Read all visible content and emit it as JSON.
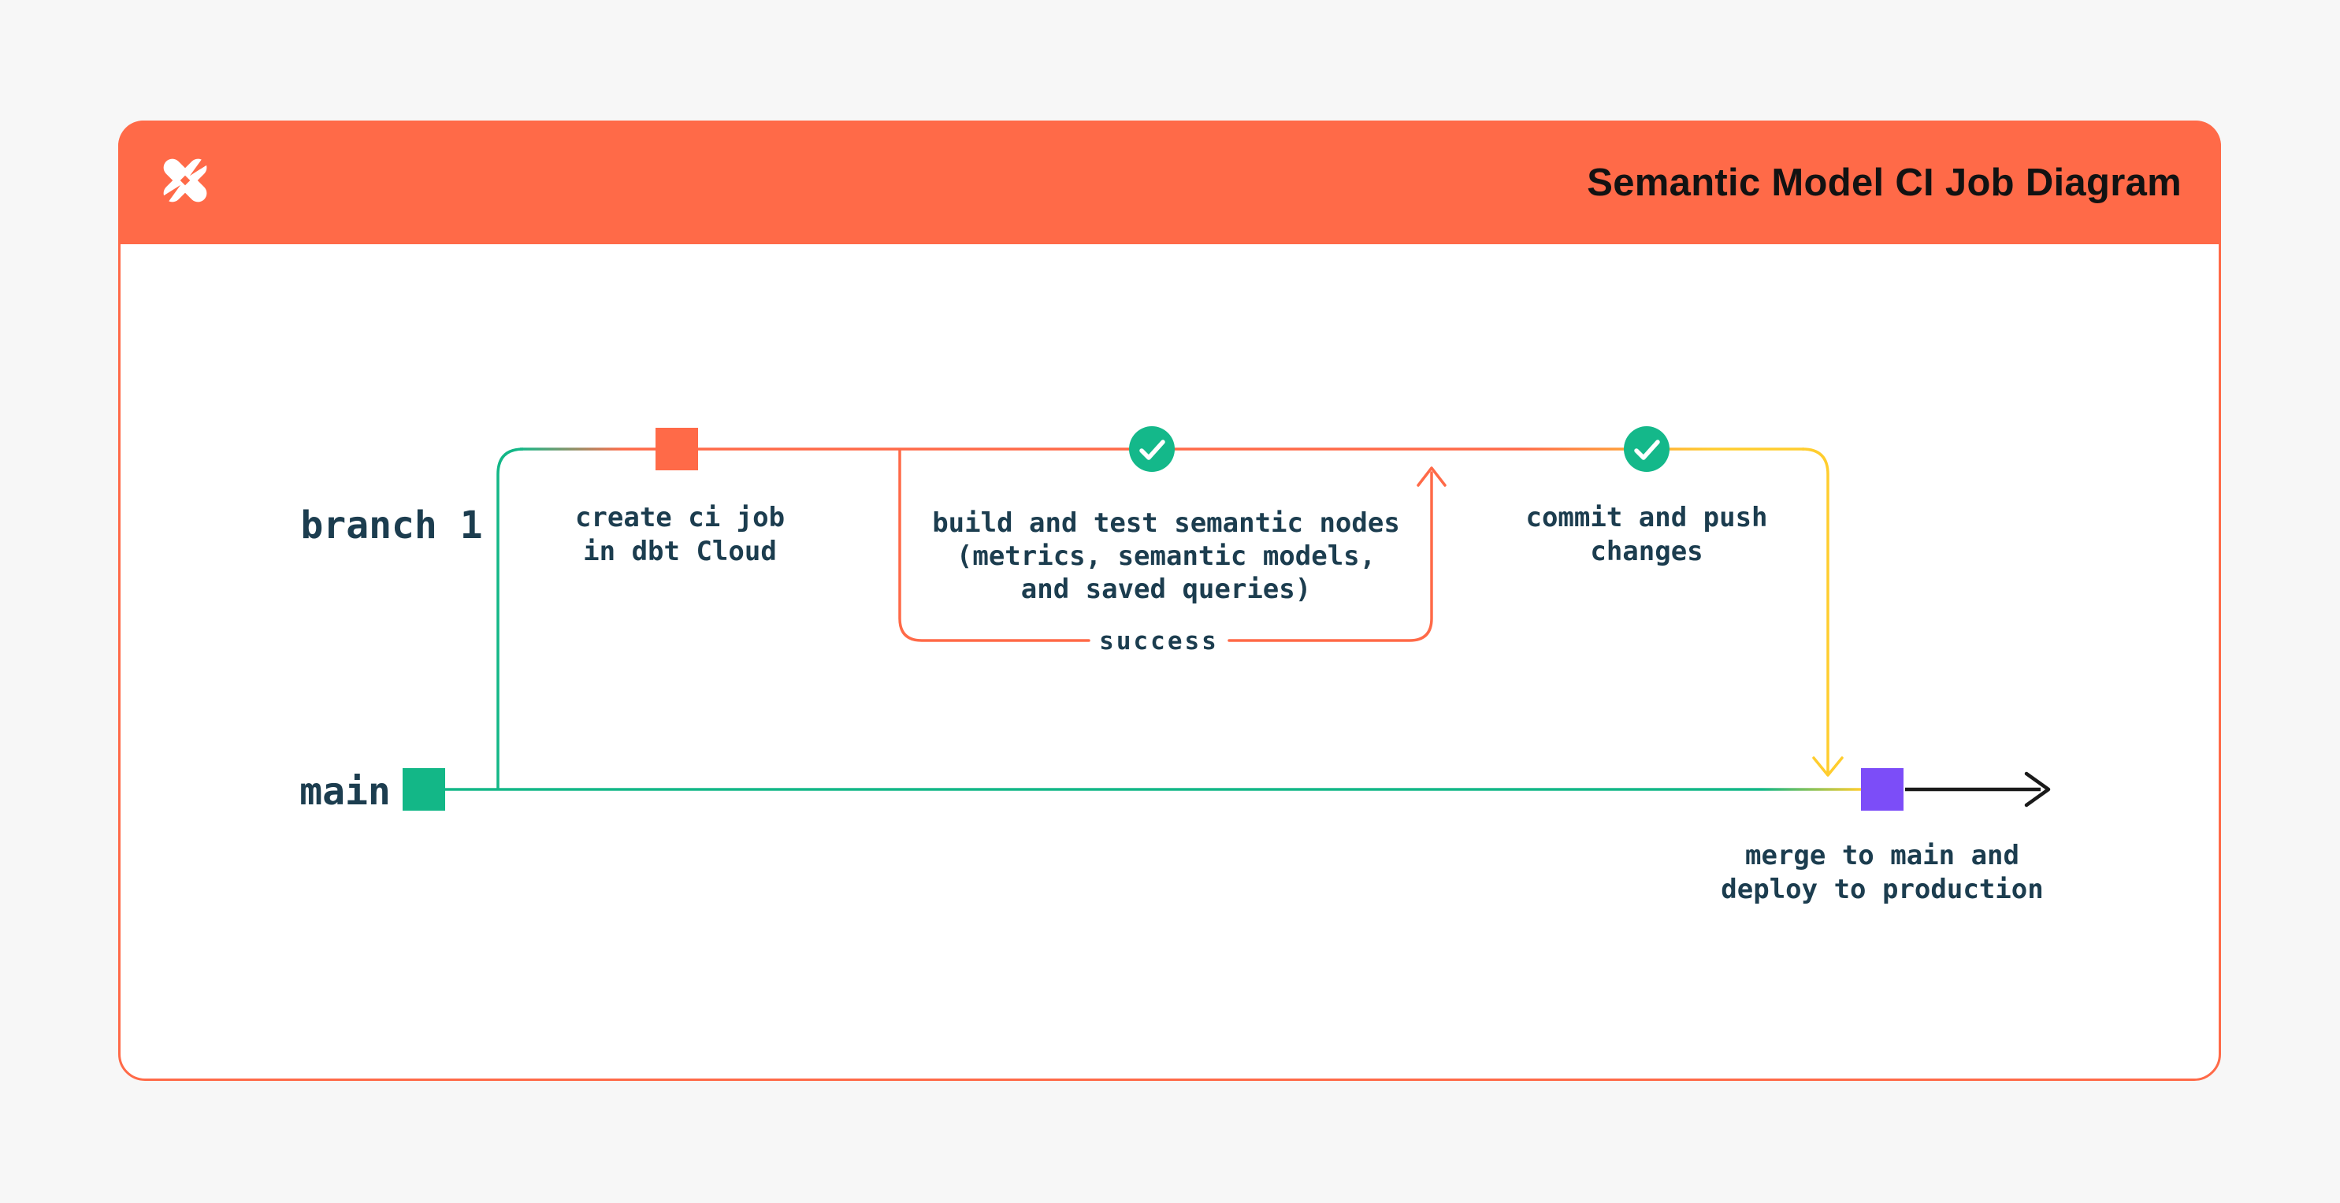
{
  "header": {
    "title": "Semantic Model CI Job Diagram",
    "logo": "dbt-logo"
  },
  "colors": {
    "page_background": "#F7F7F7",
    "card_background": "#FFFFFF",
    "brand_orange": "#FF6A48",
    "green": "#13B787",
    "yellow": "#FFCD2E",
    "purple": "#7C4DF8",
    "dark_text": "#1C3D4F",
    "title_text": "#121212",
    "black_line": "#1A1A1A",
    "success_text": "#1CB586"
  },
  "diagram": {
    "branch_label": "branch 1",
    "main_label": "main",
    "success_label": "success",
    "nodes": {
      "create_ci": {
        "lines": [
          "create ci job",
          "in dbt Cloud"
        ]
      },
      "build_test": {
        "lines": [
          "build and test semantic nodes",
          "(metrics, semantic models,",
          "and saved queries)"
        ]
      },
      "commit_push": {
        "lines": [
          "commit and push",
          "changes"
        ]
      },
      "merge_deploy": {
        "lines": [
          "merge to main and",
          "deploy to production"
        ]
      }
    }
  }
}
